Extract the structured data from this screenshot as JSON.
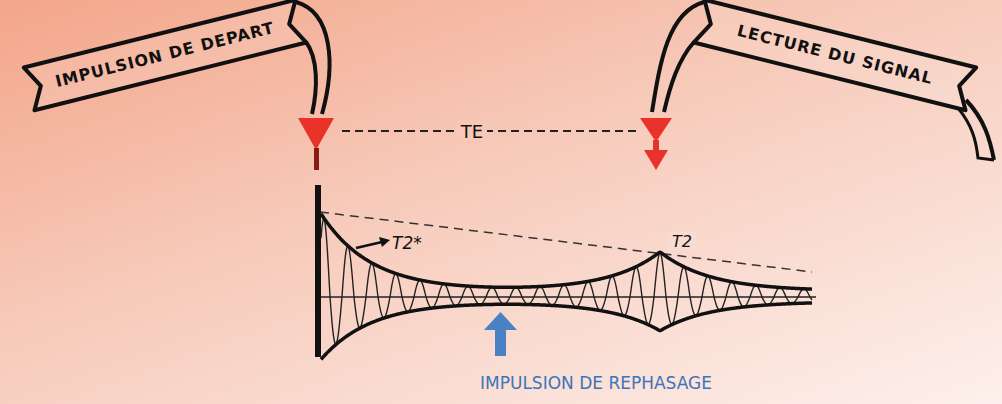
{
  "diagram": {
    "nodes": [
      {
        "text": [
          "IMPULSION DE DEPART"
        ]
      },
      {
        "text": [
          "LECTURE DU SIGNAL"
        ]
      }
    ],
    "labels": [
      "TE",
      "T2*",
      "T2",
      "IMPULSION DE REPHASAGE"
    ]
  }
}
